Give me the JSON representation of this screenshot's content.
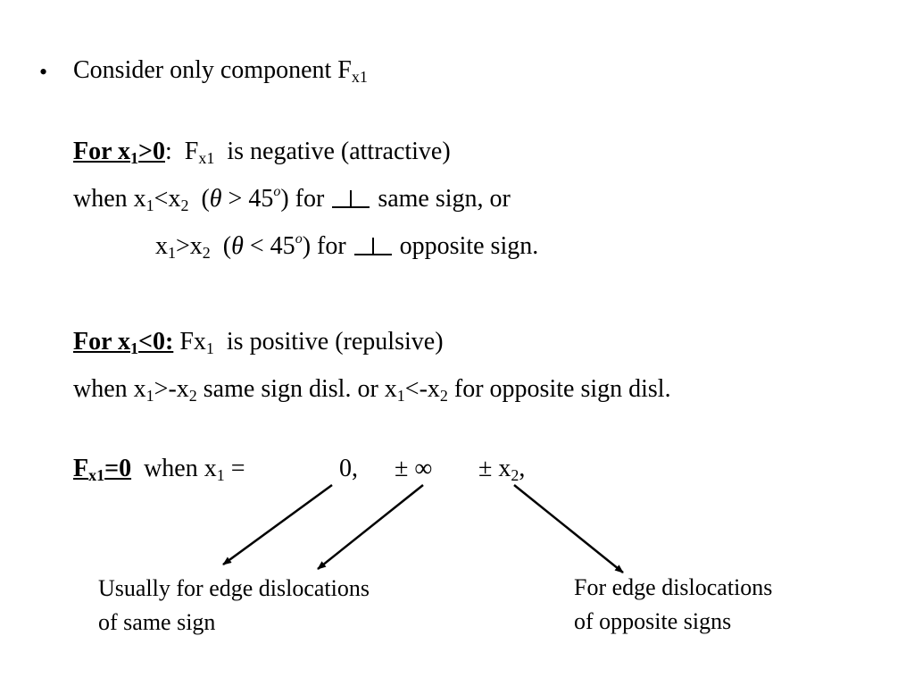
{
  "bullet": "•",
  "line1": {
    "text": "Consider only component F",
    "sub": "x1"
  },
  "pos": {
    "label_pre": "For x",
    "label_sub": "1",
    "label_post": ">0",
    "colon": ":",
    "f": "F",
    "f_sub": "x1",
    "text": "is negative (attractive)"
  },
  "when1": {
    "pre": "when x",
    "s1": "1",
    "mid": "<x",
    "s2": "2",
    "paren_open": "(",
    "theta": "θ",
    "rel": " > 45",
    "sup": "o",
    "paren_close": ")",
    "for": "for",
    "after": "same sign, or"
  },
  "when2": {
    "pre": "x",
    "s1": "1",
    "mid": ">x",
    "s2": "2",
    "paren_open": "(",
    "theta": "θ",
    "rel": " < 45",
    "sup": "o",
    "paren_close": ")",
    "for": "for",
    "after": "opposite sign."
  },
  "neg": {
    "label_pre": "For x",
    "label_sub": "1",
    "label_post": "<0:",
    "f": "Fx",
    "f_sub": "1",
    "text": "is positive (repulsive)"
  },
  "when3": {
    "pre": "when x",
    "s1": "1",
    "mid": ">-x",
    "s2": "2",
    "text": "same sign disl. or x",
    "s3": "1",
    "mid2": "<-x",
    "s4": "2",
    "after": "for opposite sign disl."
  },
  "zero": {
    "label_pre": "F",
    "label_sub": "x1",
    "label_post": "=0",
    "when": "when x",
    "w_sub": "1",
    "eq": " =",
    "v1": "0,",
    "v2": "± ∞",
    "v3": "± x",
    "v3_sub": "2",
    "v3_post": ","
  },
  "note_left": {
    "line1": "Usually for edge dislocations",
    "line2": "of same sign"
  },
  "note_right": {
    "line1": "For edge dislocations",
    "line2": "of opposite signs"
  }
}
